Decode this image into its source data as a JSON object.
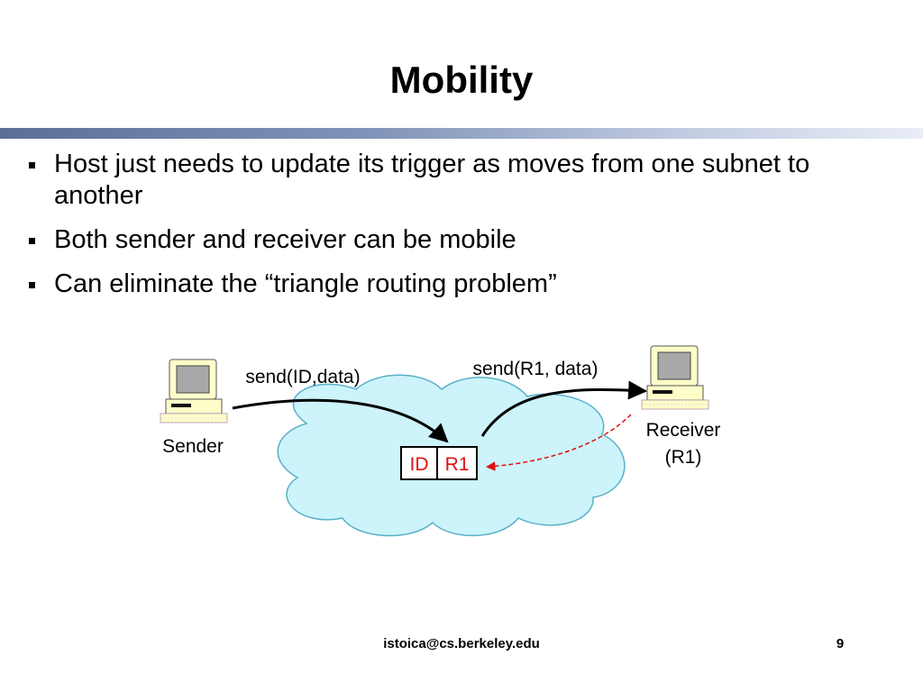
{
  "slide": {
    "title": "Mobility",
    "bullets": [
      "Host just needs to update its trigger as moves from one subnet to another",
      "Both sender and receiver can be mobile",
      "Can eliminate the “triangle routing problem”"
    ]
  },
  "diagram": {
    "sender_label": "Sender",
    "receiver_label_line1": "Receiver",
    "receiver_label_line2": "(R1)",
    "send_id_label": "send(ID,data)",
    "send_r1_label": "send(R1, data)",
    "trigger_id": "ID",
    "trigger_addr": "R1",
    "colors": {
      "cloud_fill": "#ccf4fa",
      "cloud_stroke": "#5ab0c9",
      "trigger_text": "#e0100f",
      "update_arrow": "#e0100f",
      "computer_body": "#fefec9"
    },
    "icons": [
      "computer-icon",
      "cloud-shape"
    ]
  },
  "footer": {
    "email": "istoica@cs.berkeley.edu",
    "page": "9"
  }
}
